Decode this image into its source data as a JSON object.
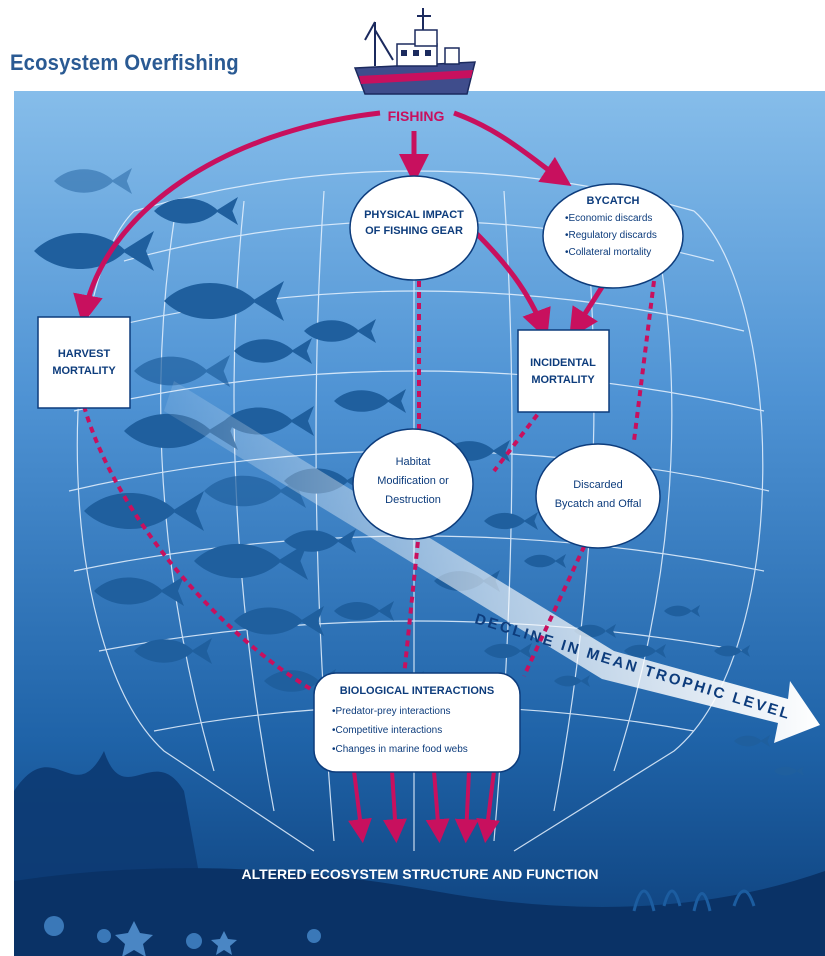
{
  "title": "Ecosystem Overfishing",
  "nodes": {
    "fishing": "FISHING",
    "physical_impact": [
      "PHYSICAL IMPACT",
      "OF FISHING GEAR"
    ],
    "bycatch": {
      "title": "BYCATCH",
      "items": [
        "•Economic discards",
        "•Regulatory discards",
        "•Collateral mortality"
      ]
    },
    "harvest_mortality": [
      "HARVEST",
      "MORTALITY"
    ],
    "incidental_mortality": [
      "INCIDENTAL",
      "MORTALITY"
    ],
    "habitat": [
      "Habitat",
      "Modification or",
      "Destruction"
    ],
    "discarded": [
      "Discarded",
      "Bycatch and Offal"
    ],
    "biological": {
      "title": "BIOLOGICAL INTERACTIONS",
      "items": [
        "•Predator-prey interactions",
        "•Competitive interactions",
        "•Changes in marine food webs"
      ]
    },
    "trophic_decline": "DECLINE IN MEAN TROPHIC LEVEL",
    "altered": "ALTERED ECOSYSTEM STRUCTURE AND FUNCTION"
  },
  "colors": {
    "ocean_top": "#7fb6e6",
    "ocean_bottom": "#0f4a8c",
    "arrow": "#c8105e",
    "label": "#0d3c7c",
    "title": "#2a5a93",
    "fish": "#1f5f9e"
  }
}
